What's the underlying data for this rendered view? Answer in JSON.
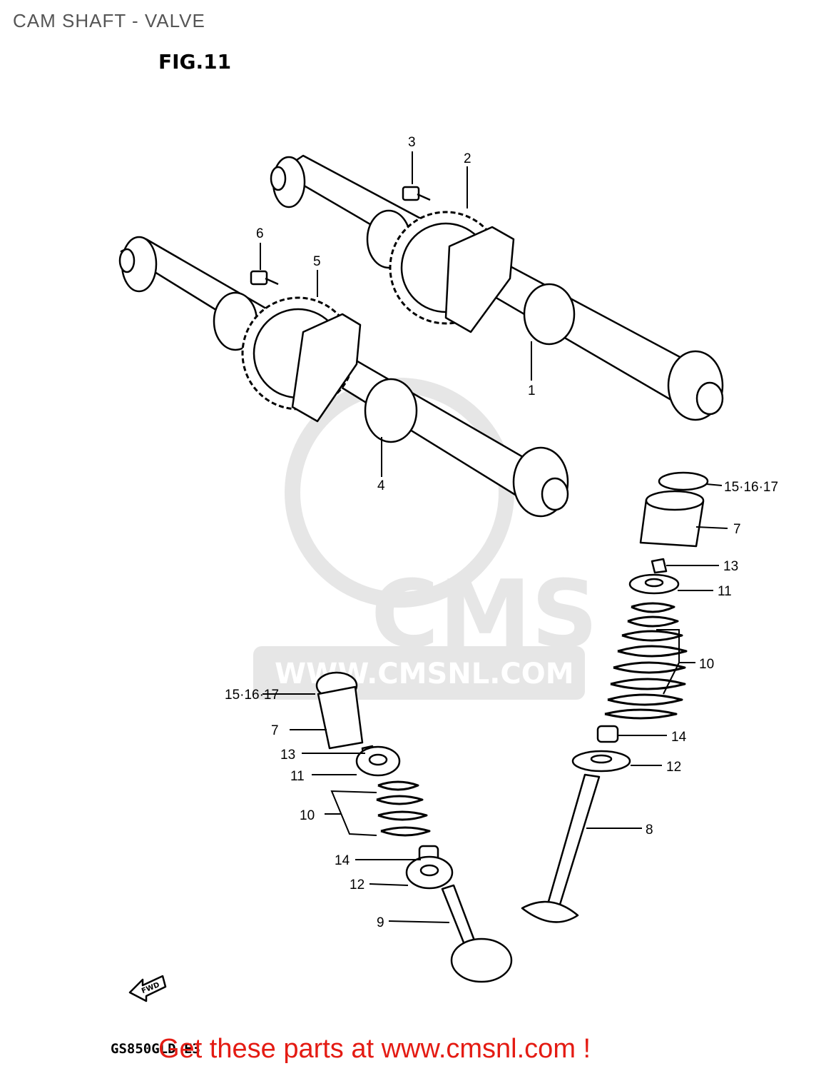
{
  "title": "CAM SHAFT - VALVE",
  "figure_label": "FIG.11",
  "model_code": "GS850GLD E3",
  "watermark": {
    "brand": "CMS",
    "url": "WWW.CMSNL.COM"
  },
  "forward_marker": "FWD",
  "call_to_action": "Get these parts at www.cmsnl.com !",
  "callouts": {
    "c1": "1",
    "c2": "2",
    "c3": "3",
    "c4": "4",
    "c5": "5",
    "c6": "6",
    "r_15": "15·16·17",
    "r_7": "7",
    "r_13": "13",
    "r_11": "11",
    "r_10": "10",
    "r_14": "14",
    "r_12": "12",
    "r_8": "8",
    "l_15": "15·16·17",
    "l_7": "7",
    "l_13": "13",
    "l_11": "11",
    "l_10": "10",
    "l_14": "14",
    "l_12": "12",
    "l_9": "9"
  },
  "colors": {
    "accent": "#e41b13",
    "title": "#555555",
    "watermark": "#e6e6e6"
  }
}
